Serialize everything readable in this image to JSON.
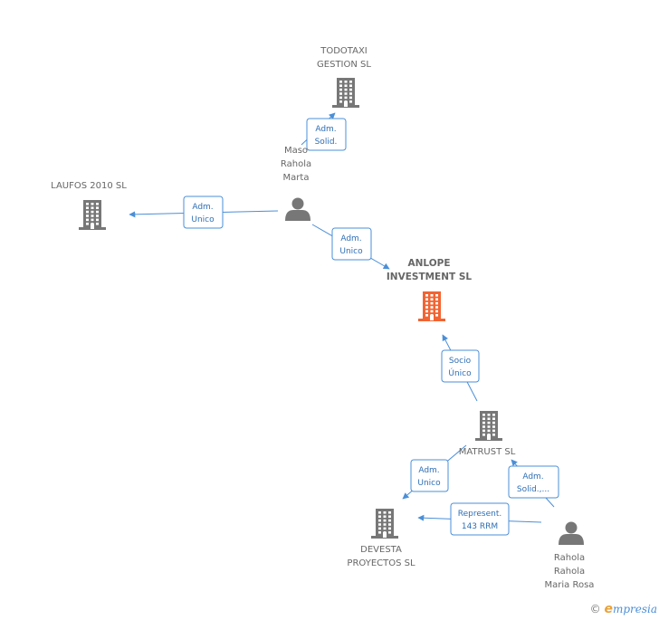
{
  "colors": {
    "company": "#777777",
    "focus_company": "#f26432",
    "person": "#777777",
    "edge": "#4a8fd8",
    "edge_text": "#2f6fb5"
  },
  "nodes": [
    {
      "id": "todotaxi",
      "type": "company",
      "lines": [
        "TODOTAXI",
        "GESTION SL"
      ]
    },
    {
      "id": "laufos",
      "type": "company",
      "lines": [
        "LAUFOS 2010 SL"
      ]
    },
    {
      "id": "maso",
      "type": "person",
      "lines": [
        "Maso",
        "Rahola",
        "Marta"
      ]
    },
    {
      "id": "anlope",
      "type": "company",
      "focus": true,
      "lines": [
        "ANLOPE",
        "INVESTMENT SL"
      ]
    },
    {
      "id": "matrust",
      "type": "company",
      "lines": [
        "MATRUST SL"
      ]
    },
    {
      "id": "devesta",
      "type": "company",
      "lines": [
        "DEVESTA",
        "PROYECTOS SL"
      ]
    },
    {
      "id": "rahola",
      "type": "person",
      "lines": [
        "Rahola",
        "Rahola",
        "Maria Rosa"
      ]
    }
  ],
  "edges": [
    {
      "id": "maso-todotaxi",
      "lines": [
        "Adm.",
        "Solid."
      ]
    },
    {
      "id": "maso-laufos",
      "lines": [
        "Adm.",
        "Unico"
      ]
    },
    {
      "id": "maso-anlope",
      "lines": [
        "Adm.",
        "Unico"
      ]
    },
    {
      "id": "matrust-anlope",
      "lines": [
        "Socio",
        "Único"
      ]
    },
    {
      "id": "matrust-devesta",
      "lines": [
        "Adm.",
        "Unico"
      ]
    },
    {
      "id": "rahola-matrust",
      "lines": [
        "Adm.",
        "Solid.,..."
      ]
    },
    {
      "id": "rahola-devesta",
      "lines": [
        "Represent.",
        "143 RRM"
      ]
    }
  ],
  "footer": {
    "copyright": "©",
    "brand_initial": "e",
    "brand_rest": "mpresia"
  }
}
